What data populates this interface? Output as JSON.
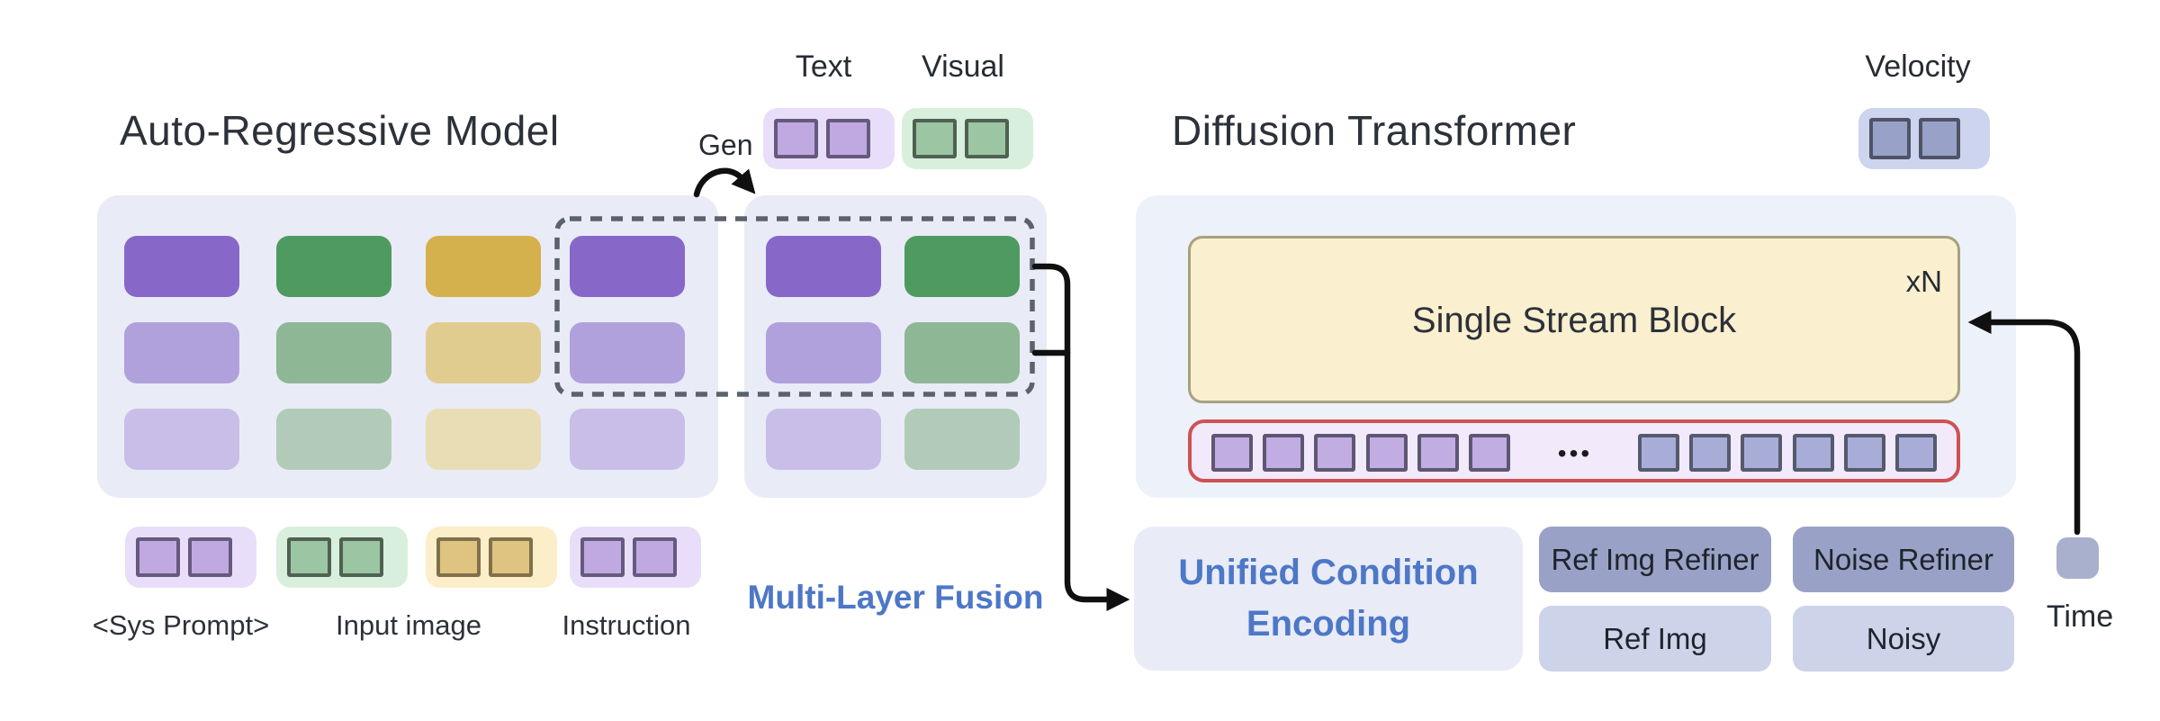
{
  "ar": {
    "title": "Auto-Regressive Model",
    "gen_label": "Gen",
    "generated_token_labels": {
      "text": "Text",
      "visual": "Visual"
    },
    "fusion_label": "Multi-Layer Fusion",
    "legend_labels": [
      "<Sys Prompt>",
      "Input image",
      "Instruction"
    ]
  },
  "dit": {
    "title": "Diffusion Transformer",
    "velocity_label": "Velocity",
    "single_stream_block": "Single Stream Block",
    "repeat_label": "xN",
    "ellipsis": "•••",
    "unified_condition_encoding": [
      "Unified Condition",
      "Encoding"
    ],
    "refiner_boxes": {
      "ref_img_refiner": "Ref Img Refiner",
      "noise_refiner": "Noise Refiner",
      "ref_img": "Ref Img",
      "noisy": "Noisy"
    },
    "time_label": "Time"
  },
  "colors": {
    "accent_blue_text": "#4d77c7",
    "red_outline": "#cd5254",
    "arrow_black": "#101010",
    "dashed_outline": "#5a626e",
    "ar_panel_bg": "#e9ebf6",
    "dit_panel_bg": "#edf1fa",
    "ssb_fill": "#faf0cf",
    "ssb_border": "#a6a17f",
    "token_shades": {
      "purple": [
        "#8768c9",
        "#b0a1dd",
        "#c8bee8"
      ],
      "green": [
        "#4f9a61",
        "#8db795",
        "#b1cbb8"
      ],
      "gold": [
        "#d5b14d",
        "#e1cc90",
        "#e8ddb4"
      ]
    },
    "pair_styles": {
      "purple": {
        "bg": "#e8def9",
        "fill": "#c0a9e0",
        "border": "#66597e"
      },
      "green": {
        "bg": "#d9efdd",
        "fill": "#9cc5a4",
        "border": "#4f6251"
      },
      "gold": {
        "bg": "#fbeec8",
        "fill": "#dec381",
        "border": "#80714a"
      },
      "blue": {
        "bg": "#cdd4ee",
        "fill": "#98a2c8",
        "border": "#4e5367"
      }
    },
    "small_token_styles": {
      "purple": {
        "fill": "#c2ade2",
        "border": "#5e5773"
      },
      "blue": {
        "fill": "#a8add8",
        "border": "#555a6e"
      }
    },
    "refiner_dark_bg": "#99a2c6",
    "refiner_light_bg": "#cdd3e9",
    "time_token_bg": "#a8b0ce",
    "unified_box_bg": "#e9ebf6"
  },
  "structure": {
    "grid1_columns": [
      "purple",
      "green",
      "gold",
      "purple"
    ],
    "grid2_columns": [
      "purple",
      "green"
    ],
    "rows_per_column": 3,
    "generated_pairs": [
      "purple",
      "green"
    ],
    "velocity_pair": "blue",
    "legend_pairs": [
      "purple",
      "green",
      "gold",
      "purple"
    ],
    "red_row": {
      "left_tokens": {
        "color": "purple",
        "count": 6
      },
      "right_tokens": {
        "color": "blue",
        "count": 6
      }
    }
  }
}
